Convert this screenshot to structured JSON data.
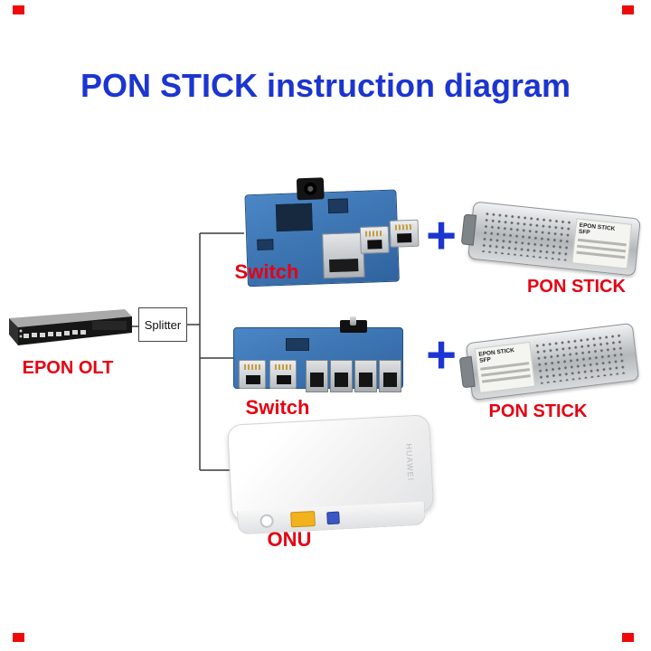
{
  "title": "PON STICK instruction diagram",
  "labels": {
    "epon_olt": "EPON OLT",
    "splitter": "Splitter",
    "switch_top": "Switch",
    "switch_middle": "Switch",
    "pon_stick_top": "PON STICK",
    "pon_stick_middle": "PON STICK",
    "onu": "ONU",
    "plus_top": "+",
    "plus_middle": "+"
  },
  "sfp": {
    "label": "EPON STICK SFP"
  },
  "onu_device": {
    "brand": "HUAWEI"
  },
  "colors": {
    "title_blue": "#1c35d1",
    "label_red": "#e60012",
    "plus_blue": "#1c35d1",
    "pcb_blue": "#3a77bb",
    "connector_line": "#3a3a3a",
    "corner_marker_red": "#ee0a0a",
    "sfp_silver": "#b4b8bb",
    "onu_white": "#f5f5f6"
  }
}
